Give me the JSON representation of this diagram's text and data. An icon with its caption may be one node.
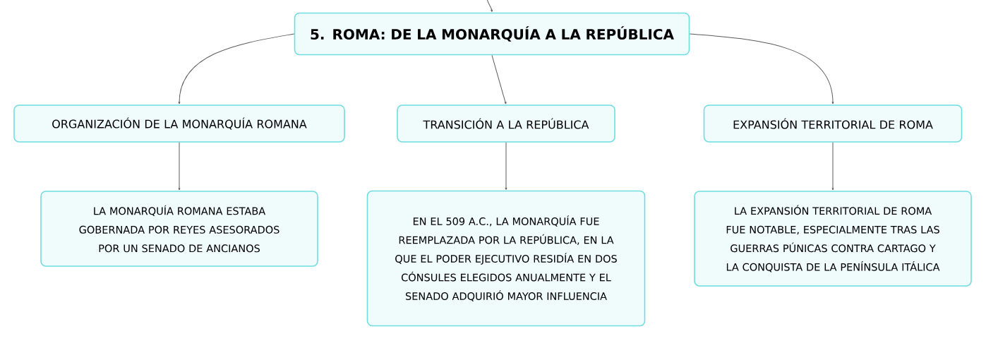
{
  "diagram": {
    "nodes": [
      {
        "text": [
          "5. ROMA: DE LA MONARQUÍA A LA REPÚBLICA"
        ]
      },
      {
        "text": [
          "ORGANIZACIÓN DE LA MONARQUÍA ROMANA"
        ]
      },
      {
        "text": [
          "TRANSICIÓN A LA REPÚBLICA"
        ]
      },
      {
        "text": [
          "EXPANSIÓN TERRITORIAL DE ROMA"
        ]
      },
      {
        "text": [
          "LA MONARQUÍA ROMANA ESTABA GOBERNADA POR REYES ASESORADOS POR UN SENADO DE ANCIANOS"
        ]
      },
      {
        "text": [
          "EN EL 509 A.C., LA MONARQUÍA FUE REEMPLAZADA POR LA REPÚBLICA, EN LA QUE EL PODER EJECUTIVO RESIDÍA EN DOS CÓNSULES ELEGIDOS ANUALMENTE Y EL SENADO ADQUIRIÓ MAYOR INFLUENCIA"
        ]
      },
      {
        "text": [
          "LA EXPANSIÓN TERRITORIAL DE ROMA FUE NOTABLE, ESPECIALMENTE TRAS LAS GUERRAS PÚNICAS CONTRA CARTAGO Y LA CONQUISTA DE LA PENÍNSULA ITÁLICA"
        ]
      }
    ],
    "edges": [
      {
        "from": null,
        "to": 0,
        "arrow": "to"
      },
      {
        "from": 0,
        "to": 1,
        "arrow": "to"
      },
      {
        "from": 0,
        "to": 2,
        "arrow": "to"
      },
      {
        "from": 0,
        "to": 3,
        "arrow": "to"
      },
      {
        "from": 1,
        "to": 4,
        "arrow": "to"
      },
      {
        "from": 2,
        "to": 5,
        "arrow": "to"
      },
      {
        "from": 3,
        "to": 6,
        "arrow": "to"
      }
    ]
  }
}
